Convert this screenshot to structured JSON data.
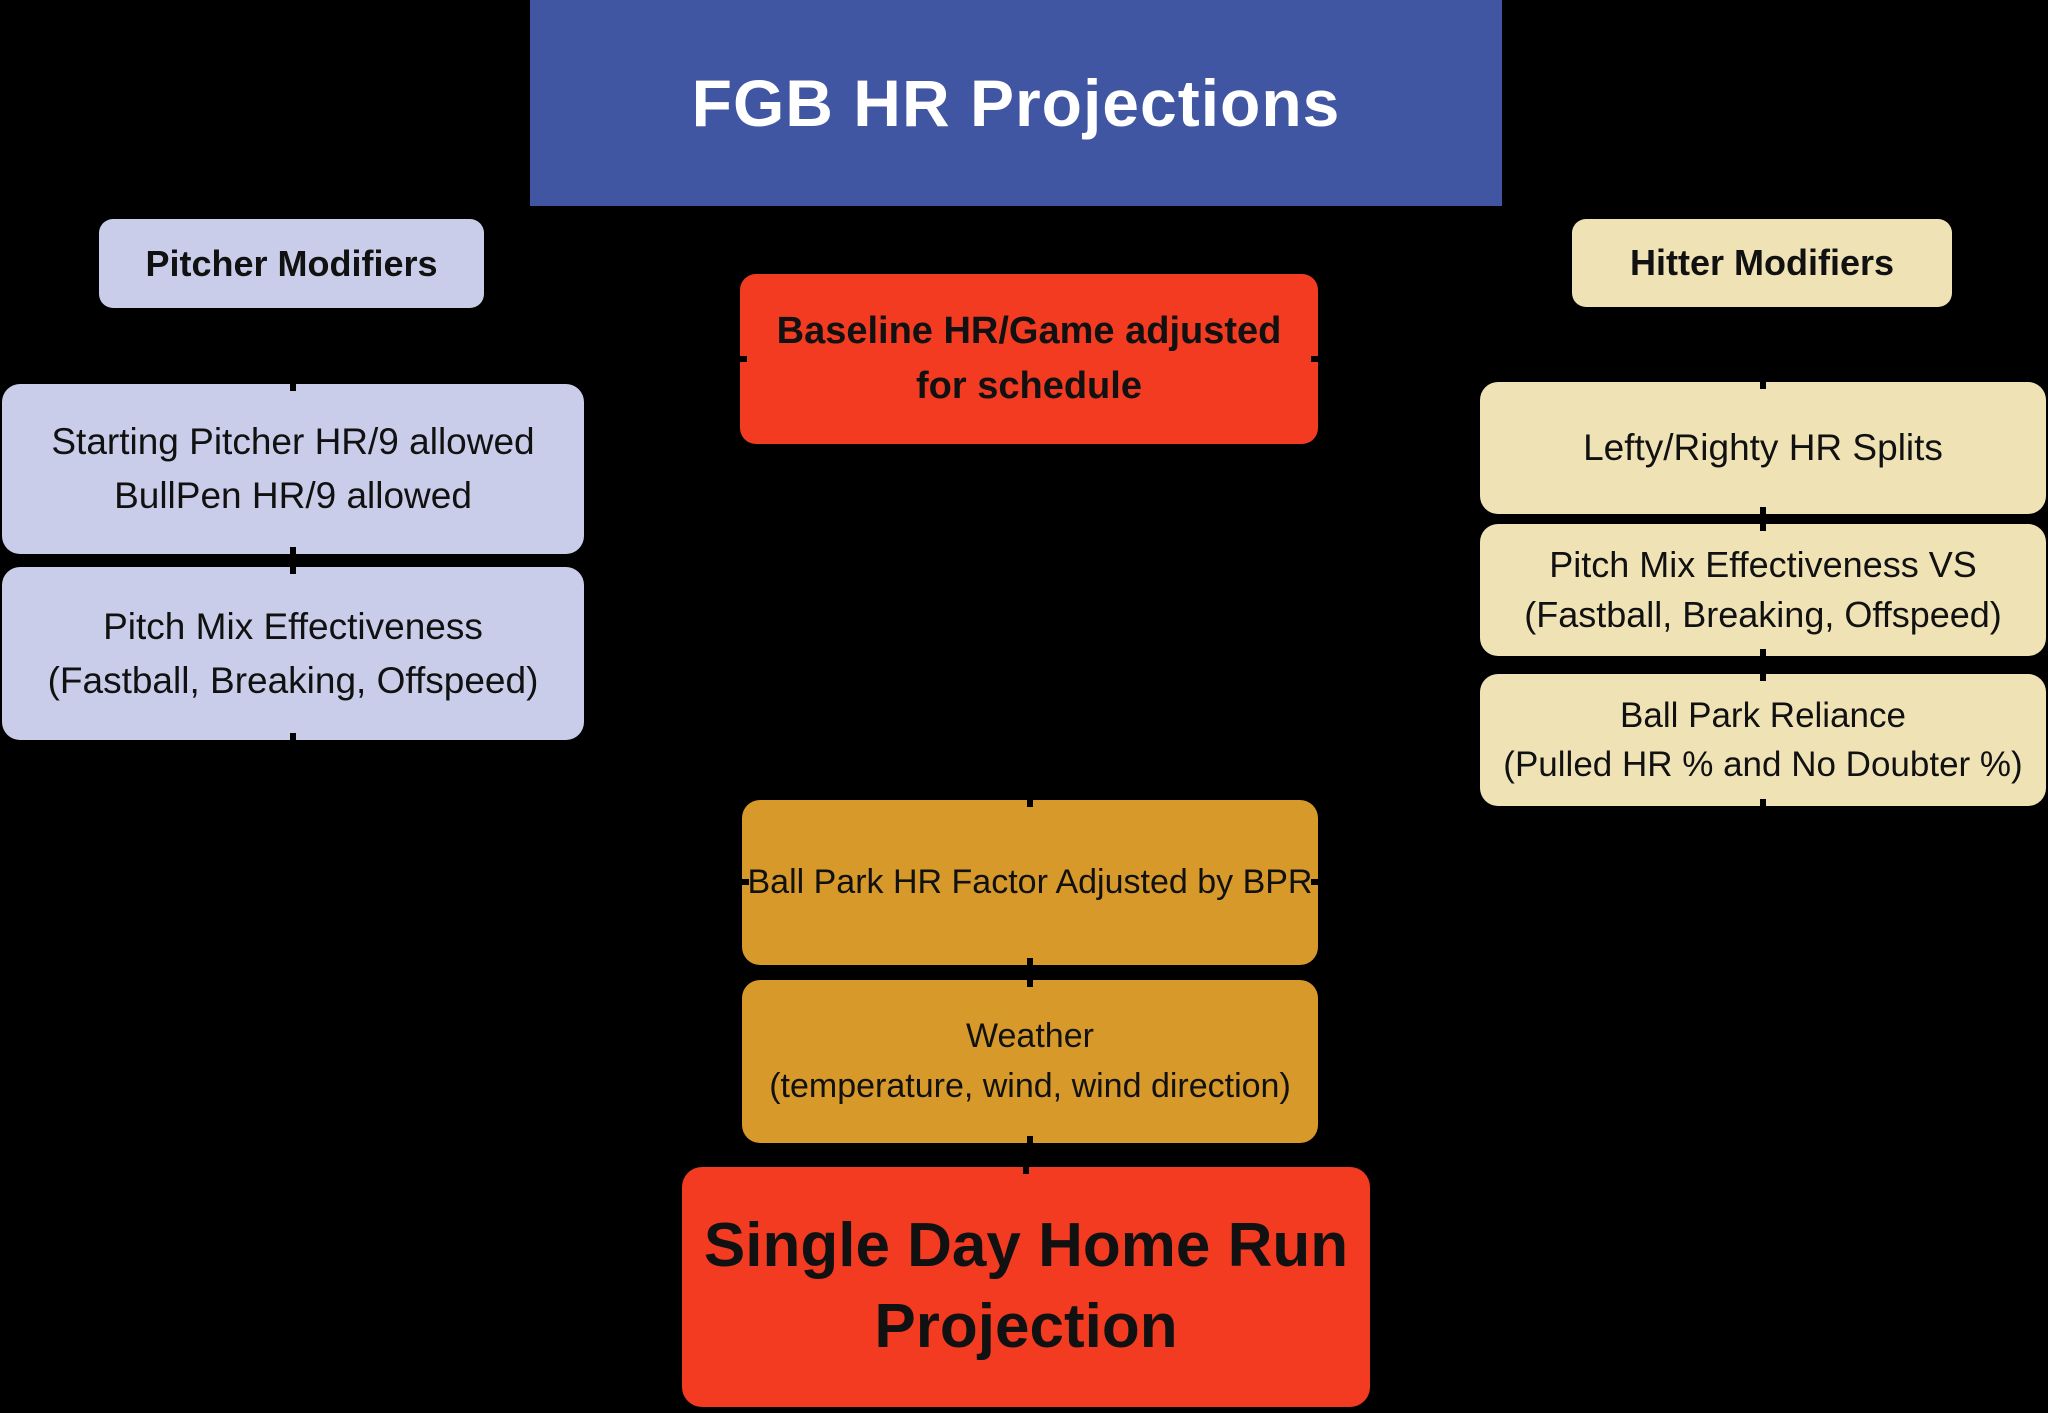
{
  "header": {
    "title": "FGB HR Projections"
  },
  "pitcher": {
    "header": "Pitcher Modifiers",
    "hr9": "Starting Pitcher HR/9 allowed\nBullPen HR/9 allowed",
    "pitch_mix": "Pitch Mix Effectiveness\n(Fastball, Breaking, Offspeed)"
  },
  "hitter": {
    "header": "Hitter Modifiers",
    "splits": "Lefty/Righty HR Splits",
    "pitch_mix_vs": "Pitch Mix Effectiveness VS\n(Fastball, Breaking, Offspeed)",
    "ball_park_reliance": "Ball Park Reliance\n(Pulled HR % and No Doubter %)"
  },
  "center": {
    "baseline": "Baseline HR/Game adjusted\nfor schedule",
    "ballpark_factor": "Ball Park HR Factor Adjusted by BPR",
    "weather": "Weather\n(temperature, wind, wind direction)",
    "final": "Single Day Home Run\nProjection"
  },
  "palette": {
    "background": "#000000",
    "header_blue": "#4156A2",
    "title_text": "#FFFFFF",
    "pitcher_lavender": "#C9CDE9",
    "hitter_cream": "#EFE3B6",
    "process_orange": "#D6992A",
    "result_red": "#F23B21",
    "box_text": "#111111"
  }
}
